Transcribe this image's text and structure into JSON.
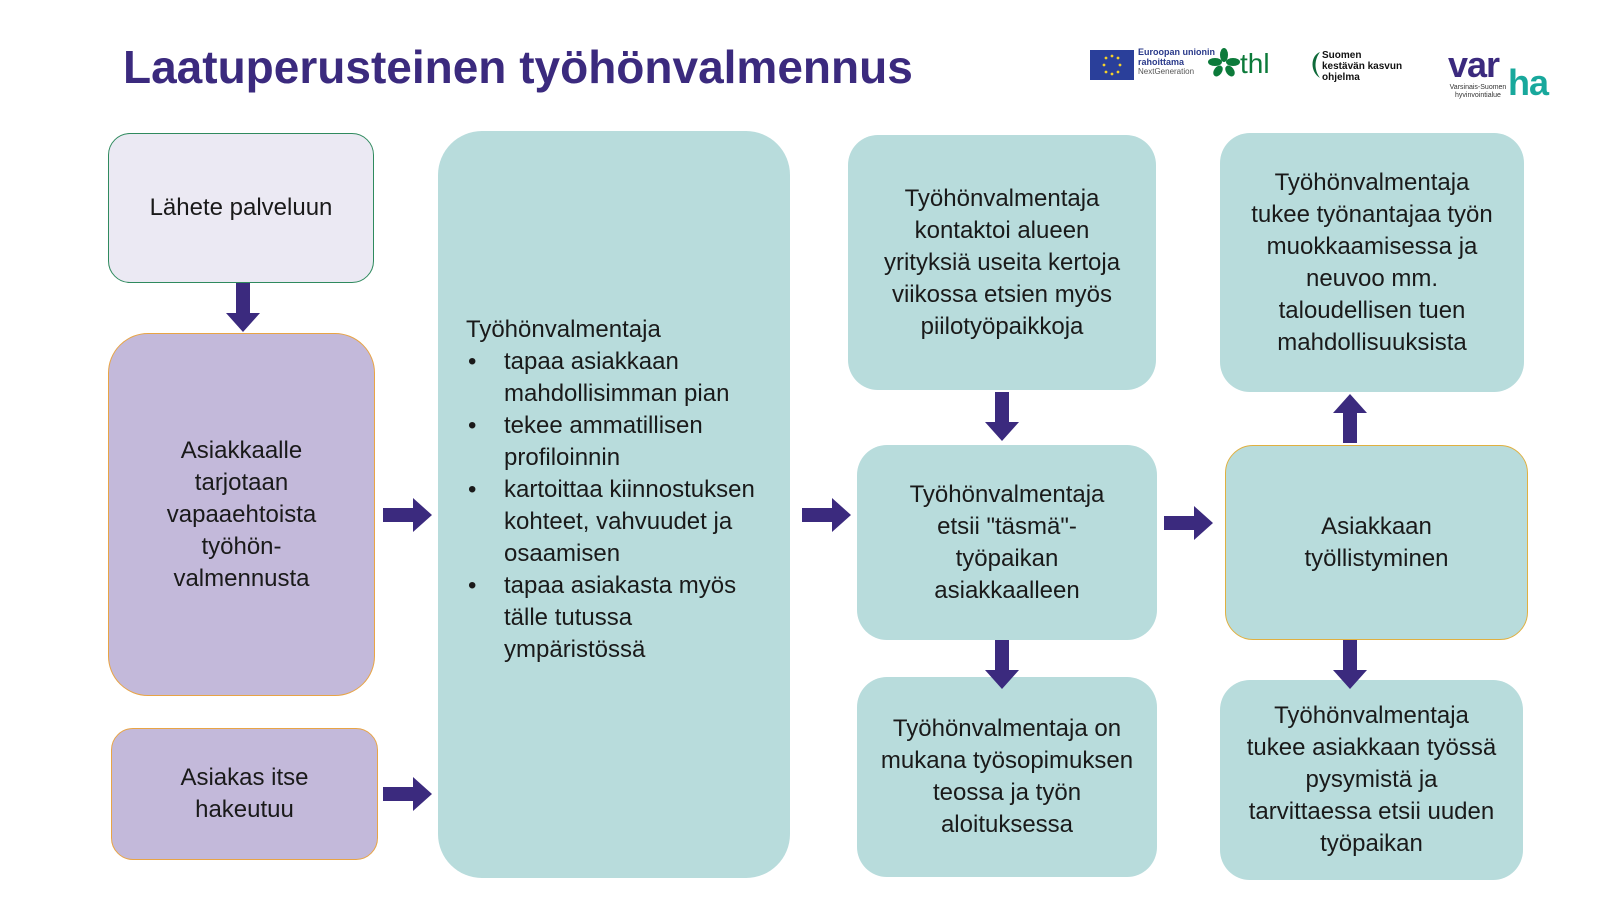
{
  "title": "Laatuperusteinen työhönvalmennus",
  "logos": {
    "eu": {
      "line1": "Euroopan unionin",
      "line2": "rahoittama",
      "line3": "NextGeneration"
    },
    "thl": "thl",
    "skk": {
      "line1": "Suomen",
      "line2": "kestävän kasvun",
      "line3": "ohjelma"
    },
    "varha": {
      "part1": "var",
      "part2": "ha",
      "sub1": "Varsinais-Suomen",
      "sub2": "hyvinvointialue"
    }
  },
  "boxes": {
    "referral": "Lähete palveluun",
    "offer": "Asiakkaalle tarjotaan vapaaehtoista työhön-valmennusta",
    "self_apply": "Asiakas itse hakeutuu",
    "coach_intro": "Työhönvalmentaja",
    "coach_tasks": [
      "tapaa asiakkaan mahdollisimman pian",
      "tekee ammatillisen profiloinnin",
      "kartoittaa kiinnostuksen kohteet, vahvuudet ja osaamisen",
      "tapaa asiakasta myös tälle tutussa ympäristössä"
    ],
    "contact_companies": "Työhönvalmentaja kontaktoi alueen yrityksiä useita kertoja viikossa etsien myös piilotyöpaikkoja",
    "find_match": "Työhönvalmentaja etsii \"täsmä\"-työpaikan asiakkaalleen",
    "contract": "Työhönvalmentaja on mukana työsopimuksen teossa ja työn aloituksessa",
    "support_employer": "Työhönvalmentaja tukee työnantajaa työn muokkaamisessa ja neuvoo mm. taloudellisen tuen mahdollisuuksista",
    "employment": "Asiakkaan työllistyminen",
    "support_client": "Työhönvalmentaja tukee asiakkaan työssä pysymistä ja tarvittaessa etsii uuden työpaikan"
  },
  "colors": {
    "title": "#3b2a7e",
    "arrow": "#3b2a7e",
    "teal_box": "#b8dcdc",
    "purple_box": "#c3b9da",
    "light_box": "#ebe9f3"
  }
}
